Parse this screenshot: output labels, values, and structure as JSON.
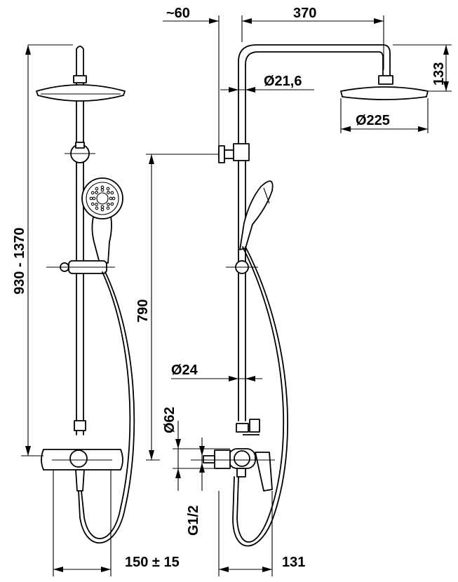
{
  "dimensions": {
    "arm_offset": "~60",
    "arm_length": "370",
    "head_height": "133",
    "arm_diameter": "Ø21,6",
    "head_diameter": "Ø225",
    "total_height": "930 - 1370",
    "pipe_height": "790",
    "rail_diameter": "Ø24",
    "escutcheon_diameter": "Ø62",
    "thread": "G1/2",
    "inlet_spacing": "150 ± 15",
    "wall_projection": "131"
  }
}
